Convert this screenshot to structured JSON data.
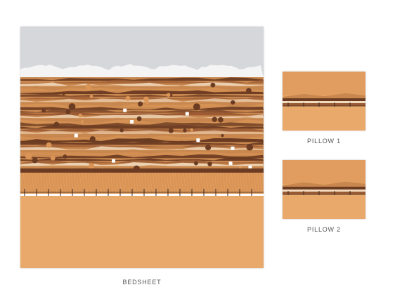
{
  "labels": {
    "bedsheet": "BEDSHEET",
    "pillow1": "PILLOW 1",
    "pillow2": "PILLOW 2"
  },
  "colors": {
    "sky": "#d5d7da",
    "snow": "#f4f4f4",
    "sand": "#e8a96a",
    "sand_dark": "#d99456",
    "brown_dark": "#6b3b22",
    "brown_mid": "#9a5a33",
    "brown_light": "#c8874e",
    "cream": "#f2dcc0",
    "fence": "#3b2a22"
  },
  "items": [
    {
      "name": "bedsheet-design",
      "type": "bedsheet"
    },
    {
      "name": "pillow-1-design",
      "type": "pillow"
    },
    {
      "name": "pillow-2-design",
      "type": "pillow"
    }
  ]
}
